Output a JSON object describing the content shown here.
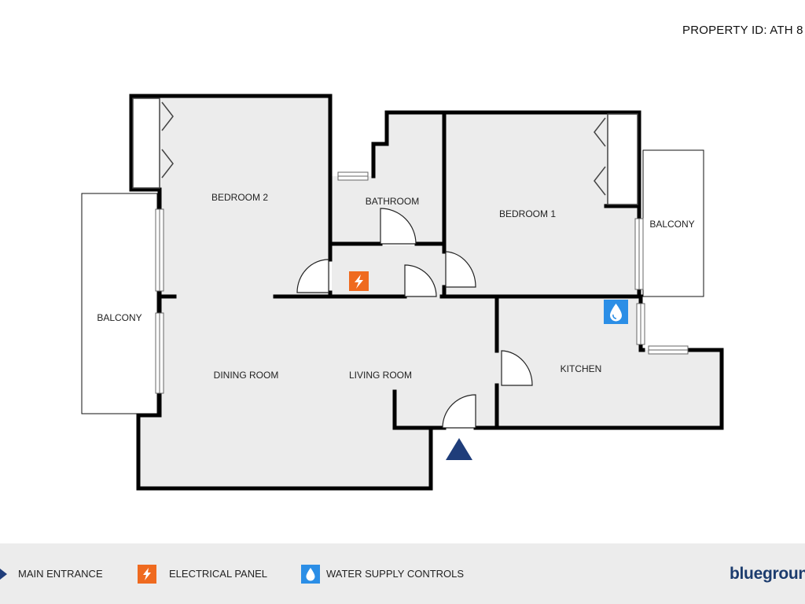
{
  "header": {
    "property_id": "PROPERTY ID: ATH 8"
  },
  "rooms": {
    "bedroom2": "BEDROOM 2",
    "bathroom": "BATHROOM",
    "bedroom1": "BEDROOM 1",
    "balcony_left": "BALCONY",
    "balcony_right": "BALCONY",
    "dining_room": "DINING ROOM",
    "living_room": "LIVING ROOM",
    "kitchen": "KITCHEN"
  },
  "markers": {
    "electrical_glyph": "ϟ",
    "water_glyph": "💧"
  },
  "legend": {
    "main_entrance": "MAIN ENTRANCE",
    "electrical_panel": "ELECTRICAL PANEL",
    "water_supply": "WATER SUPPLY CONTROLS"
  },
  "brand": {
    "name": "bluegroun"
  },
  "colors": {
    "floor": "#ececec",
    "wall": "#000000",
    "entrance": "#1f3d7a",
    "electrical": "#ef6a1f",
    "water": "#2b8ee6"
  },
  "icons": [
    "entrance-arrow-icon",
    "lightning-icon",
    "water-drop-icon"
  ]
}
